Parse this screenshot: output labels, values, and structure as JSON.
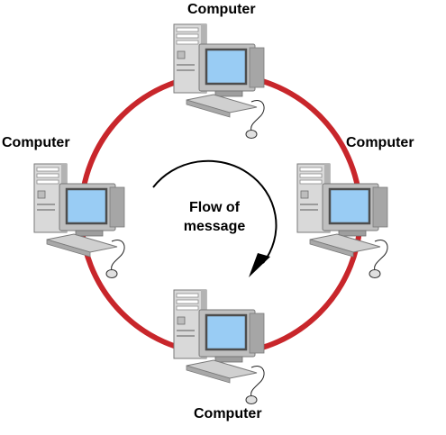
{
  "nodes": [
    {
      "id": "top",
      "label": "Computer"
    },
    {
      "id": "left",
      "label": "Computer"
    },
    {
      "id": "right",
      "label": "Computer"
    },
    {
      "id": "bottom",
      "label": "Computer"
    }
  ],
  "flow_label": {
    "line1": "Flow of",
    "line2": "message"
  },
  "colors": {
    "ring": "#c8262b",
    "case": "#d9d9d9",
    "case_shadow": "#8c8c8c",
    "screen": "#99ccf4",
    "monitor": "#bfbfbf",
    "arrow": "#000000"
  },
  "icons": {
    "computer": "desktop-computer-icon",
    "arrow": "curved-arrow-icon"
  }
}
